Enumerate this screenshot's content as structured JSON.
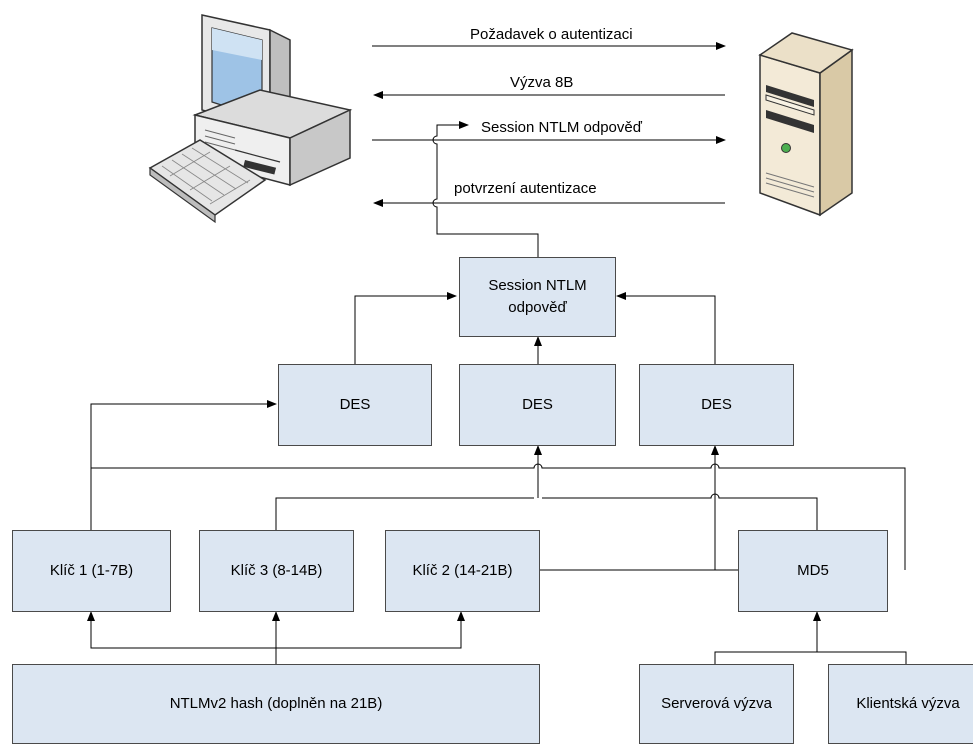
{
  "messages": {
    "auth_request": "Požadavek o autentizaci",
    "challenge": "Výzva 8B",
    "session_response": "Session NTLM odpověď",
    "auth_confirm": "potvrzení autentizace"
  },
  "boxes": {
    "session_line1": "Session NTLM",
    "session_line2": "odpověď",
    "des_1": "DES",
    "des_2": "DES",
    "des_3": "DES",
    "key_1": "Klíč 1 (1-7B)",
    "key_3": "Klíč 3 (8-14B)",
    "key_2": "Klíč 2 (14-21B)",
    "md5": "MD5",
    "ntlm_hash": "NTLMv2 hash (doplněn na 21B)",
    "server_challenge": "Serverová výzva",
    "client_challenge": "Klientská výzva"
  },
  "colors": {
    "box_fill": "#dce6f2",
    "box_border": "#4a4a4a",
    "line": "#000000"
  },
  "icons": {
    "client": "desktop-computer-icon",
    "server": "server-tower-icon"
  }
}
